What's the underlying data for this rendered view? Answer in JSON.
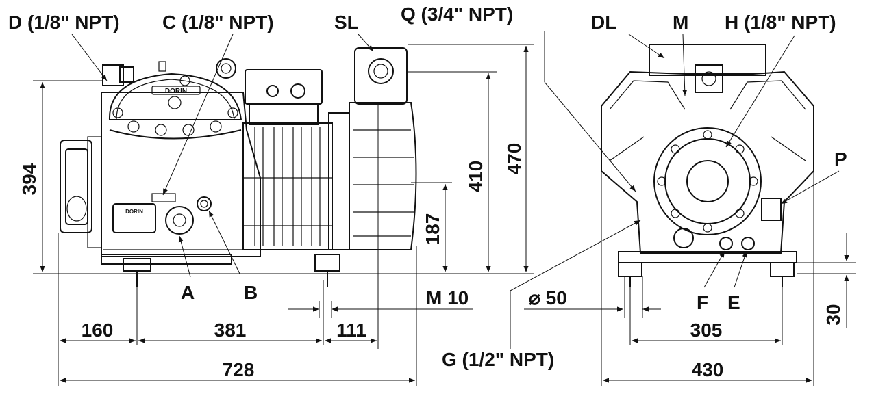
{
  "labels": {
    "D": "D (1/8\" NPT)",
    "C": "C (1/8\" NPT)",
    "SL": "SL",
    "Q": "Q (3/4\" NPT)",
    "DL": "DL",
    "M": "M",
    "H": "H (1/8\" NPT)",
    "P": "P",
    "A": "A",
    "B": "B",
    "F": "F",
    "E": "E",
    "G": "G (1/2\" NPT)",
    "thread": "M 10",
    "diameter": "⌀  50"
  },
  "dimensions": {
    "height_394": "394",
    "height_470": "470",
    "height_410": "410",
    "height_187": "187",
    "len_160": "160",
    "len_381": "381",
    "len_111": "111",
    "len_728": "728",
    "len_305": "305",
    "len_430": "430",
    "height_30": "30"
  },
  "nameplate": "DORIN"
}
